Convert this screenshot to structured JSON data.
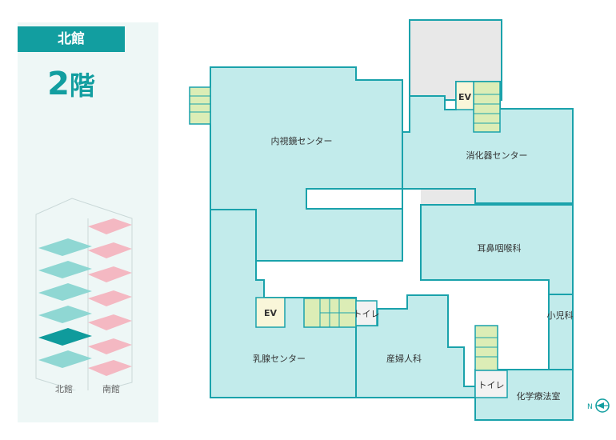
{
  "sidebar": {
    "building": "北館",
    "floor_number": "2",
    "floor_suffix": "階",
    "tower_labels": {
      "north": "北館",
      "south": "南館"
    }
  },
  "rooms": {
    "endoscopy": "内視鏡センター",
    "digestive": "消化器センター",
    "ent": "耳鼻咽喉科",
    "pediatrics": "小児科",
    "breast": "乳腺センター",
    "obgyn": "産婦人科",
    "chemo": "化学療法室",
    "toilet1": "トイレ",
    "toilet2": "トイレ",
    "ev1": "EV",
    "ev2": "EV"
  },
  "compass": {
    "label": "N"
  },
  "colors": {
    "room_fill": "#c2ebeb",
    "wall": "#1aa2ab",
    "stairs": "#dcedb6",
    "accent": "#129ea0",
    "unused": "#e8e8e8"
  }
}
